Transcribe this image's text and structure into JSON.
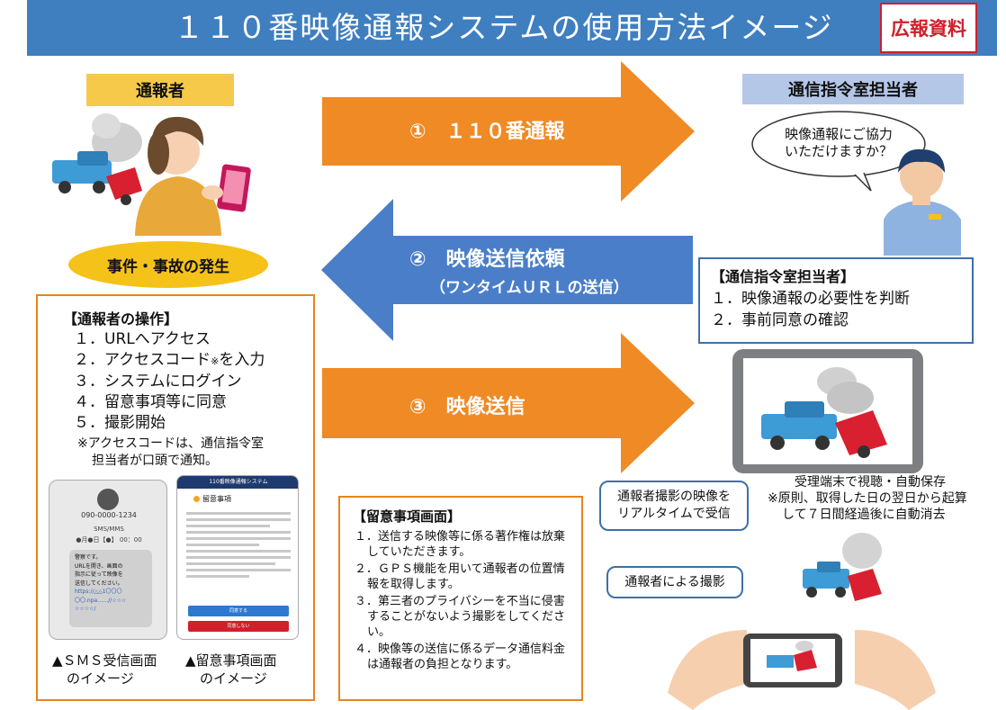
{
  "title": "１１０番映像通報システムの使用方法イメージ",
  "badge": "広報資料",
  "labels": {
    "reporter": "通報者",
    "command": "通信指令室担当者",
    "incident": "事件・事故の発生"
  },
  "arrows": {
    "step1": "①　１１０番通報",
    "step2": "②　映像送信依頼",
    "step2_sub": "（ワンタイムＵＲＬの送信）",
    "step3": "③　映像送信"
  },
  "speech_top": {
    "line1": "映像通報にご協力",
    "line2": "いただけますか？"
  },
  "command_box": {
    "heading": "【通信指令室担当者】",
    "items": [
      "１．映像通報の必要性を判断",
      "２．事前同意の確認"
    ]
  },
  "operations": {
    "heading": "【通報者の操作】",
    "items": [
      "１．URLへアクセス",
      "２．アクセスコード",
      "３．システムにログイン",
      "４．留意事項等に同意",
      "５．撮影開始"
    ],
    "item2_mark": "※",
    "item2_suffix": "を入力",
    "note_line1": "※アクセスコードは、通信指令室",
    "note_line2": "担当者が口頭で通知。"
  },
  "sms_phone": {
    "number": "090-0000-1234",
    "type": "SMS/MMS",
    "date": "●月●日【●】 00：00",
    "message": [
      "警察です。",
      "URLを開き、画面の",
      "指示に従って映像を",
      "送信してください。"
    ],
    "link": [
      "https://△△1〇〇〇",
      "〇〇.npa……//☆☆☆",
      "☆☆☆☆/"
    ]
  },
  "notice_phone": {
    "header": "110番映像通報システム",
    "title": "留意事項",
    "agree": "同意する",
    "decline": "同意しない"
  },
  "captions": {
    "sms_line1": "▲ＳＭＳ受信画面",
    "sms_line2": "のイメージ",
    "notice_line1": "▲留意事項画面",
    "notice_line2": "のイメージ"
  },
  "notes_box": {
    "heading": "【留意事項画面】",
    "items": [
      "１．送信する映像等に係る著作権は放棄していただきます。",
      "２．ＧＰＳ機能を用いて通報者の位置情報を取得します。",
      "３．第三者のプライバシーを不当に侵害することがないよう撮影をしてください。",
      "４．映像等の送信に係るデータ通信料金は通報者の負担となります。"
    ]
  },
  "reception": {
    "line1": "受理端末で視聴・自動保存",
    "line2": "※原則、取得した日の翌日から起算",
    "line3": "して７日間経過後に自動消去"
  },
  "callouts": {
    "realtime_line1": "通報者撮影の映像を",
    "realtime_line2": "リアルタイムで受信",
    "shooting": "通報者による撮影"
  },
  "colors": {
    "title_bar": "#3f7fc0",
    "arrow_orange": "#f08a24",
    "arrow_blue": "#4a7ec8",
    "box_orange": "#e8831f",
    "box_blue": "#3f6fa8",
    "badge_red": "#d0202a",
    "reporter_label": "#f7c94b",
    "command_label": "#b4c7e7",
    "incident_ellipse": "#f5c21a"
  }
}
